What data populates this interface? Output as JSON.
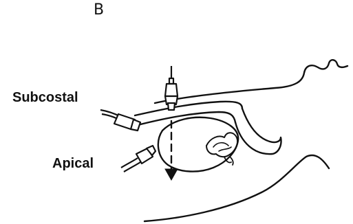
{
  "figure": {
    "panel_letter": "B",
    "labels": {
      "subcostal": "Subcostal",
      "apical": "Apical"
    }
  },
  "colors": {
    "ink": "#111111",
    "fill": "#ffffff"
  }
}
